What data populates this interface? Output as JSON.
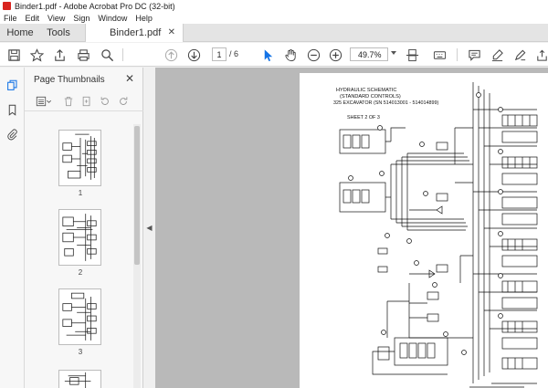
{
  "window": {
    "title": "Binder1.pdf - Adobe Acrobat Pro DC (32-bit)"
  },
  "menu": [
    "File",
    "Edit",
    "View",
    "Sign",
    "Window",
    "Help"
  ],
  "tabs": {
    "home": "Home",
    "tools": "Tools",
    "document": "Binder1.pdf",
    "close_glyph": "✕"
  },
  "toolbar": {
    "page_current": "1",
    "page_total": "/ 6",
    "zoom": "49.7%"
  },
  "sidebar": {
    "title": "Page Thumbnails",
    "close_glyph": "✕",
    "thumbnails": [
      {
        "label": "1"
      },
      {
        "label": "2"
      },
      {
        "label": "3"
      }
    ]
  },
  "collapse_glyph": "◀",
  "document": {
    "title_line1": "HYDRAULIC SCHEMATIC",
    "title_line2": "(STANDARD CONTROLS)",
    "title_line3": "325 EXCAVATOR (SN 514013001 - 514014899)",
    "sheet": "SHEET 2 OF 3"
  },
  "colors": {
    "acrobat_red": "#d8241f",
    "select_blue": "#1473e6"
  }
}
